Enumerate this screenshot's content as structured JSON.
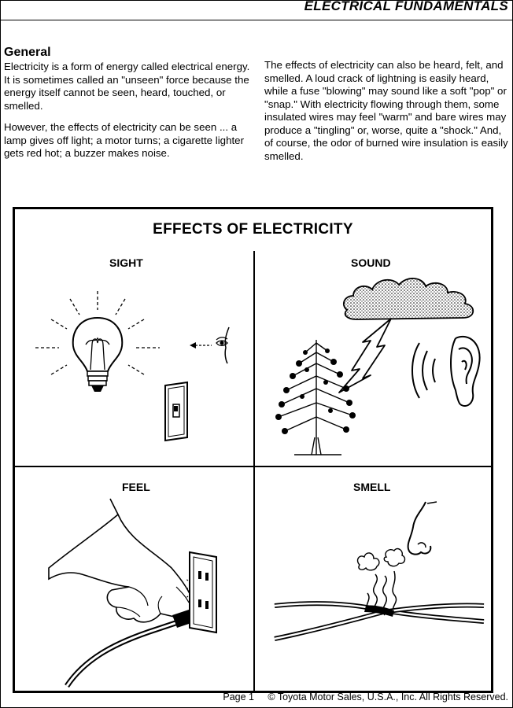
{
  "header": {
    "title": "ELECTRICAL FUNDAMENTALS"
  },
  "section": {
    "heading": "General",
    "left_paragraphs": [
      "Electricity is a form of energy called electrical energy. It is sometimes called an \"unseen\" force because the energy itself cannot be seen, heard, touched, or smelled.",
      "However, the effects of electricity can be seen ... a lamp gives off light; a motor turns; a cigarette lighter gets red hot; a buzzer makes noise."
    ],
    "right_paragraphs": [
      "The effects of electricity can also be heard, felt, and smelled. A loud crack of lightning is easily heard, while a fuse \"blowing\" may sound like a soft \"pop\" or \"snap.\" With electricity flowing through them, some insulated wires may feel \"warm\" and bare wires may produce a \"tingling\" or, worse, quite a \"shock.\" And, of course, the odor of burned wire insulation is easily smelled."
    ]
  },
  "figure": {
    "title": "EFFECTS OF ELECTRICITY",
    "panels": {
      "sight": "SIGHT",
      "sound": "SOUND",
      "feel": "FEEL",
      "smell": "SMELL"
    },
    "icons": [
      "light-bulb-icon",
      "eye-icon",
      "light-switch-icon",
      "storm-cloud-icon",
      "lightning-bolt-icon",
      "tree-icon",
      "ear-icon",
      "hand-icon",
      "power-plug-icon",
      "wall-outlet-icon",
      "nose-icon",
      "smoke-icon",
      "burning-wires-icon"
    ]
  },
  "footer": {
    "page": "Page 1",
    "copyright": "© Toyota Motor Sales, U.S.A., Inc. All Rights Reserved."
  }
}
